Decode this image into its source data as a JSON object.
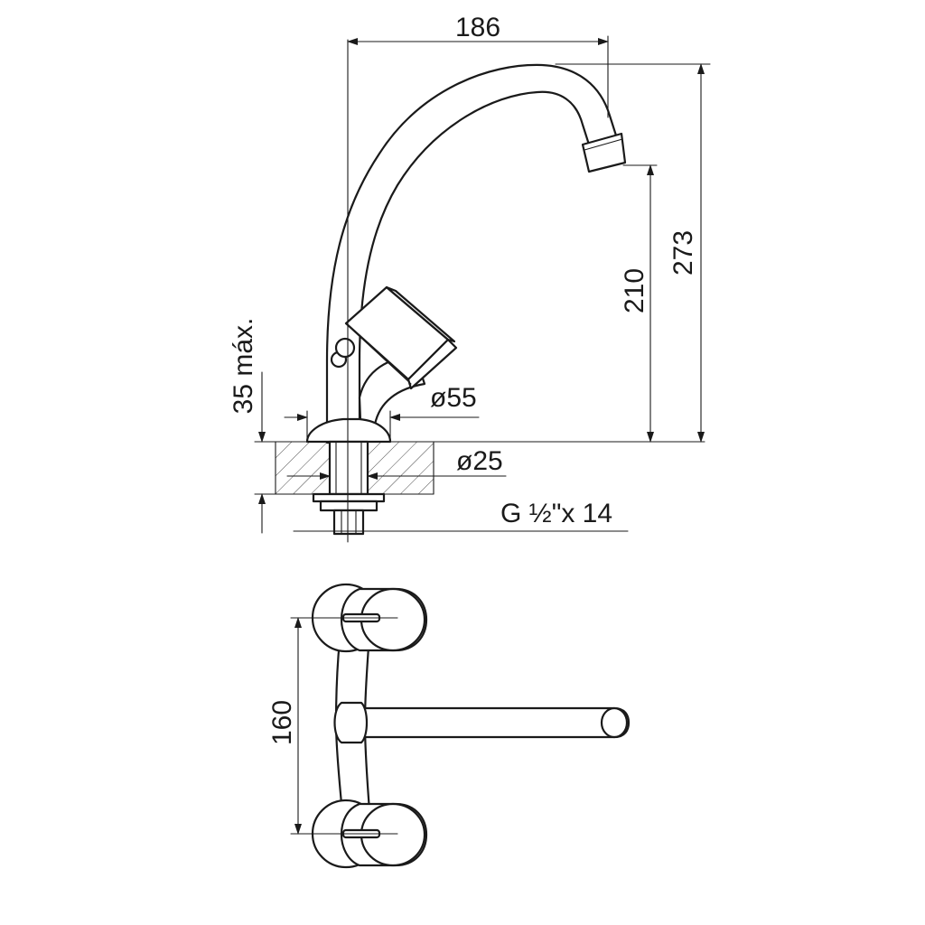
{
  "dimensions": {
    "spout_reach": "186",
    "total_height": "273",
    "outlet_height": "210",
    "max_thickness": "35 máx.",
    "base_diameter": "ø55",
    "hole_diameter": "ø25",
    "thread": "G ½\"x 14",
    "center_distance": "160"
  },
  "colors": {
    "line": "#1a1a1a",
    "background": "#ffffff"
  }
}
